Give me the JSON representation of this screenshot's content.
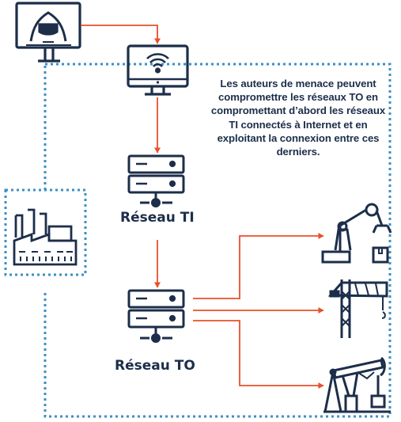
{
  "caption": "Les auteurs de menace peuvent compromettre les réseaux TO en compromettant d’abord les réseaux TI connectés à Internet et en exploitant la connexion entre ces derniers.",
  "it_network_label": "Réseau TI",
  "ot_network_label": "Réseau TO",
  "colors": {
    "navy": "#1c2e4a",
    "arrow": "#e8502a",
    "dotted_border": "#3d8fc6"
  },
  "icons": [
    "hacker-icon",
    "wifi-computer-icon",
    "it-server-icon",
    "factory-icon",
    "ot-server-icon",
    "robot-arm-icon",
    "crane-icon",
    "oil-pump-icon"
  ]
}
